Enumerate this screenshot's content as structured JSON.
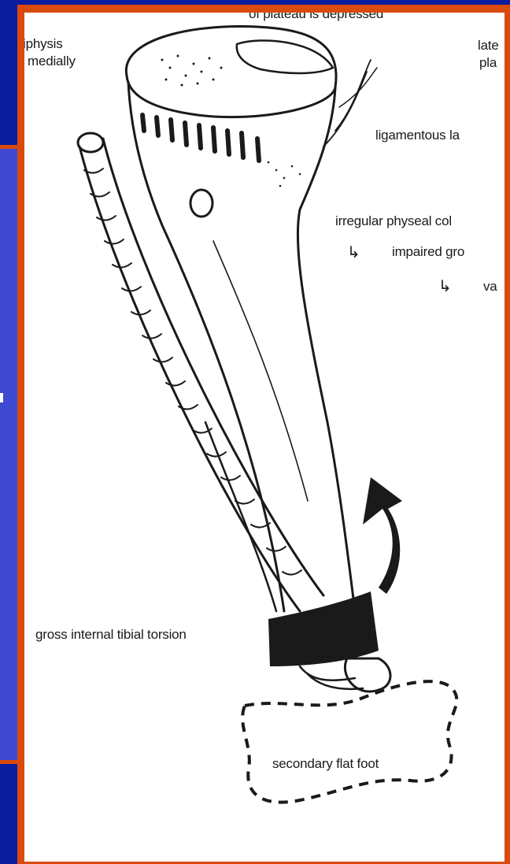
{
  "slide": {
    "colors": {
      "background": "#0c1c9e",
      "side_panel": "#3f48d0",
      "frame_border": "#d94a0c",
      "canvas": "#ffffff",
      "ink": "#1a1a1a"
    }
  },
  "diagram": {
    "labels": {
      "top_cut": "of plateau is depressed",
      "epiphysis_line1": "iphysis",
      "epiphysis_line2": "medially",
      "lateral_line1": "late",
      "lateral_line2": "pla",
      "ligamentous": "ligamentous la",
      "irregular": "irregular physeal col",
      "impaired": "impaired gro",
      "valgus": "va",
      "torsion": "gross internal tibial torsion",
      "flat_foot": "secondary flat foot"
    },
    "icons": [
      "curved-arrow-icon",
      "torsion-arrow-icon"
    ]
  }
}
